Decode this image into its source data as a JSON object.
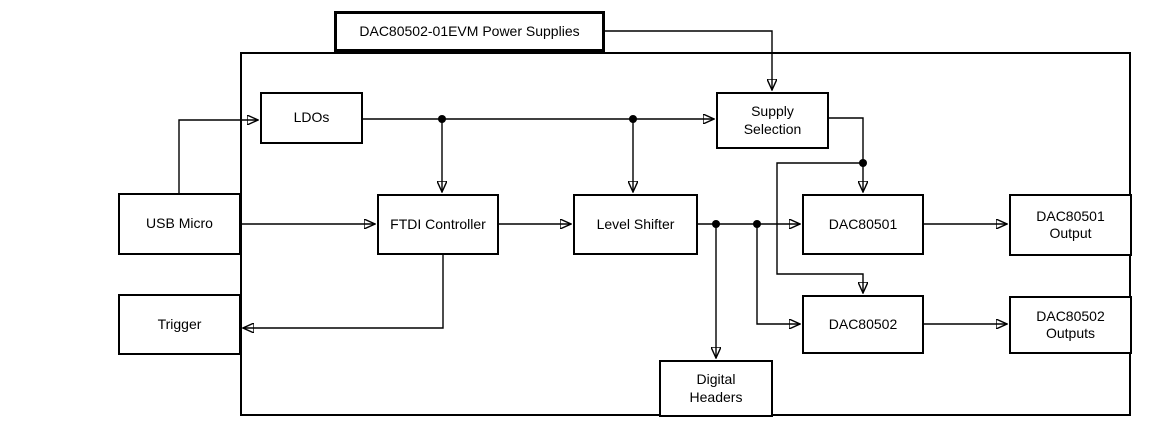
{
  "diagram": {
    "nodes": {
      "power_supplies": {
        "label": "DAC80502-01EVM Power Supplies"
      },
      "ldos": {
        "label": "LDOs"
      },
      "usb_micro": {
        "label": "USB Micro"
      },
      "trigger": {
        "label": "Trigger"
      },
      "ftdi_controller": {
        "label": "FTDI Controller"
      },
      "level_shifter": {
        "label": "Level Shifter"
      },
      "supply_selection": {
        "label": "Supply\nSelection"
      },
      "dac80501": {
        "label": "DAC80501"
      },
      "dac80502": {
        "label": "DAC80502"
      },
      "dac80501_output": {
        "label": "DAC80501\nOutput"
      },
      "dac80502_outputs": {
        "label": "DAC80502\nOutputs"
      },
      "digital_headers": {
        "label": "Digital\nHeaders"
      }
    },
    "edges": [
      {
        "from": "usb_micro",
        "to": "ldos"
      },
      {
        "from": "usb_micro",
        "to": "ftdi_controller"
      },
      {
        "from": "power_supplies",
        "to": "supply_selection"
      },
      {
        "from": "ldos",
        "to": "supply_selection"
      },
      {
        "from": "ldos",
        "to": "ftdi_controller"
      },
      {
        "from": "ldos",
        "to": "level_shifter"
      },
      {
        "from": "ftdi_controller",
        "to": "level_shifter"
      },
      {
        "from": "ftdi_controller",
        "to": "trigger"
      },
      {
        "from": "level_shifter",
        "to": "dac80501"
      },
      {
        "from": "level_shifter",
        "to": "dac80502"
      },
      {
        "from": "level_shifter",
        "to": "digital_headers"
      },
      {
        "from": "supply_selection",
        "to": "dac80501"
      },
      {
        "from": "supply_selection",
        "to": "dac80502"
      },
      {
        "from": "dac80501",
        "to": "dac80501_output"
      },
      {
        "from": "dac80502",
        "to": "dac80502_outputs"
      }
    ],
    "colors": {
      "line": "#000000",
      "box_border": "#000000",
      "text": "#000000",
      "background": "#ffffff"
    }
  }
}
